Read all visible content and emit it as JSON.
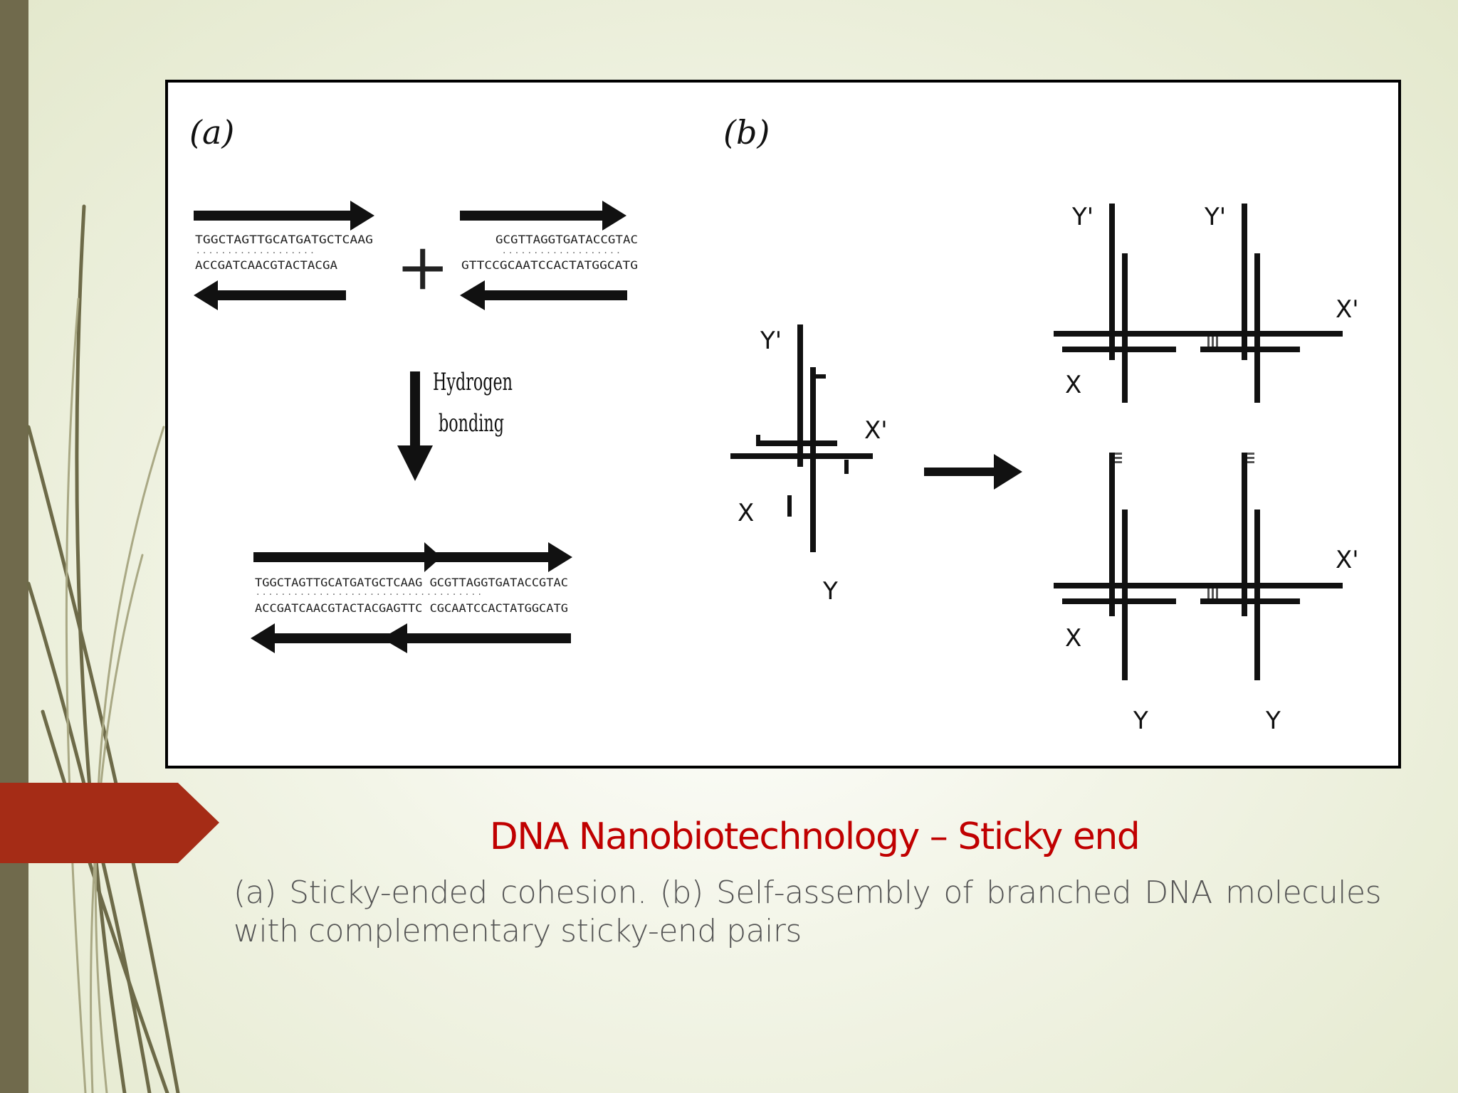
{
  "slide": {
    "title": "DNA Nanobiotechnology – Sticky end",
    "caption": "(a) Sticky-ended cohesion. (b) Self-assembly of branched DNA molecules with complementary sticky-end pairs"
  },
  "figure": {
    "panel_a": {
      "label": "(a)",
      "strand1_top": "TGGCTAGTTGCATGATGCTCAAG",
      "strand1_bottom": "ACCGATCAACGTACTACGA",
      "plus": "+",
      "strand2_top": "GCGTTAGGTGATACCGTAC",
      "strand2_bottom": "GTTCCGCAATCCACTATGGCATG",
      "arrow_label_line1": "Hydrogen",
      "arrow_label_line2": "bonding",
      "product_top": "TGGCTAGTTGCATGATGCTCAAG GCGTTAGGTGATACCGTAC",
      "product_bottom": "ACCGATCAACGTACTACGAGTTC CGCAATCCACTATGGCATG"
    },
    "panel_b": {
      "label": "(b)",
      "single_junction": {
        "y_prime": "Y'",
        "x_prime": "X'",
        "x": "X",
        "y": "Y"
      },
      "lattice": {
        "top_left_y_prime": "Y'",
        "top_right_y_prime": "Y'",
        "top_x_prime": "X'",
        "top_x": "X",
        "bottom_x_prime": "X'",
        "bottom_x": "X",
        "bottom_left_y": "Y",
        "bottom_right_y": "Y"
      }
    }
  },
  "colors": {
    "title": "#c00000",
    "caption": "#555555",
    "side_bar": "#706a4c",
    "accent_arrow": "#a52c16"
  }
}
